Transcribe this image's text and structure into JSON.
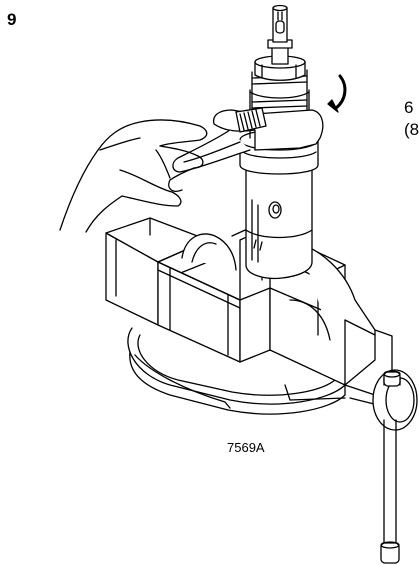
{
  "step": {
    "number": "9"
  },
  "callout": {
    "line1": "6",
    "line2": "(8"
  },
  "figure": {
    "id": "7569A"
  },
  "icons": {
    "main": "valve-cartridge-in-vise-icon",
    "wrench": "adjustable-wrench-icon",
    "hand": "hand-icon",
    "arrow": "rotation-arrow-icon"
  },
  "colors": {
    "ink": "#000000",
    "paper": "#ffffff"
  }
}
